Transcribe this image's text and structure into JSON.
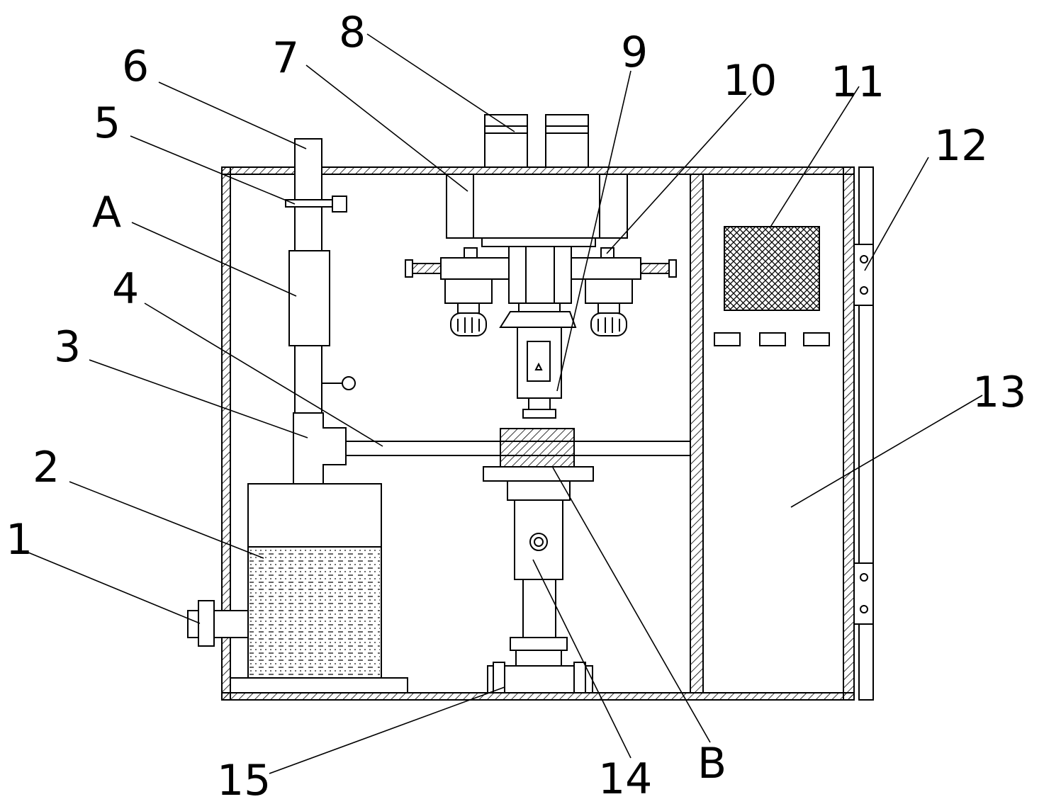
{
  "labels": {
    "l1": "1",
    "l2": "2",
    "l3": "3",
    "l4": "4",
    "l5": "5",
    "l6": "6",
    "l7": "7",
    "l8": "8",
    "l9": "9",
    "l10": "10",
    "l11": "11",
    "l12": "12",
    "l13": "13",
    "l14": "14",
    "l15": "15",
    "lA": "A",
    "lB": "B"
  },
  "colors": {
    "line": "#000000",
    "background": "#ffffff"
  }
}
